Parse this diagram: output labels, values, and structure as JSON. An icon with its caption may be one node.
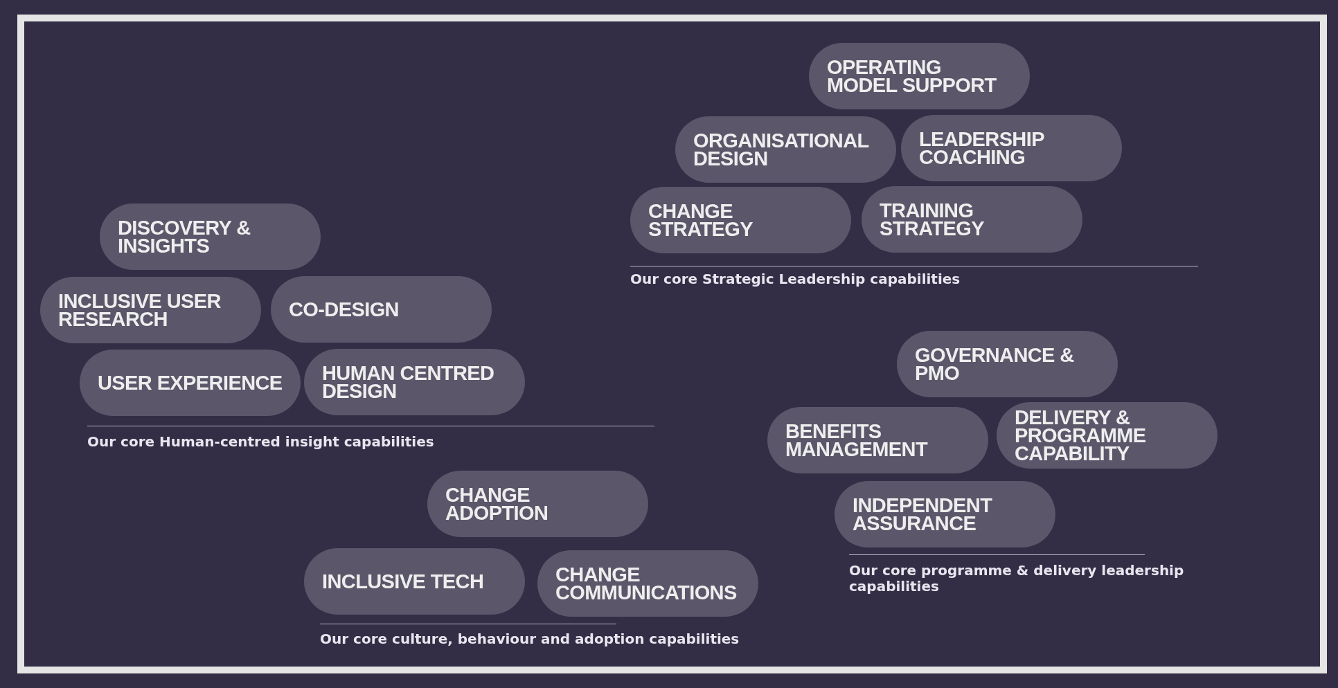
{
  "diagram": {
    "nodes": [
      {
        "text": [
          "OPERATING MODEL SUPPORT"
        ]
      },
      {
        "text": [
          "ORGANISATIONAL DESIGN"
        ]
      },
      {
        "text": [
          "LEADERSHIP COACHING"
        ]
      },
      {
        "text": [
          "CHANGE STRATEGY"
        ]
      },
      {
        "text": [
          "TRAINING STRATEGY"
        ]
      },
      {
        "text": [
          "DISCOVERY & INSIGHTS"
        ]
      },
      {
        "text": [
          "INCLUSIVE USER RESEARCH"
        ]
      },
      {
        "text": [
          "CO-DESIGN"
        ]
      },
      {
        "text": [
          "USER EXPERIENCE"
        ]
      },
      {
        "text": [
          "HUMAN CENTRED DESIGN"
        ]
      },
      {
        "text": [
          "GOVERNANCE & PMO"
        ]
      },
      {
        "text": [
          "BENEFITS MANAGEMENT"
        ]
      },
      {
        "text": [
          "DELIVERY & PROGRAMME CAPABILITY"
        ]
      },
      {
        "text": [
          "CHANGE ADOPTION"
        ]
      },
      {
        "text": [
          "INDEPENDENT ASSURANCE"
        ]
      },
      {
        "text": [
          "INCLUSIVE TECH"
        ]
      },
      {
        "text": [
          "CHANGE COMMUNICATIONS"
        ]
      }
    ],
    "labels": [
      "Our core Strategic Leadership capabilities",
      "Our core Human-centred insight capabilities",
      "Our core programme & delivery leadership capabilities",
      "Our core culture, behaviour and adoption capabilities"
    ]
  }
}
